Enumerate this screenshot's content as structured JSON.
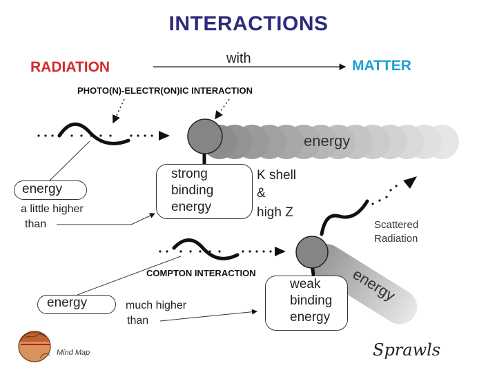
{
  "title": "INTERACTIONS",
  "header": {
    "radiation": "RADIATION",
    "with": "with",
    "matter": "MATTER"
  },
  "photo": {
    "label": "PHOTO(N)-ELECTR(ON)IC INTERACTION",
    "energy_band": "energy",
    "binding_lines": [
      "strong",
      "binding",
      "energy"
    ],
    "shell_lines": [
      "K  shell",
      "&",
      "high Z"
    ],
    "incoming_energy": "energy",
    "incoming_qualifier": [
      "a little higher",
      "than"
    ]
  },
  "compton": {
    "label": "COMPTON INTERACTION",
    "energy_band": "energy",
    "binding_lines": [
      "weak",
      "binding",
      "energy"
    ],
    "scattered_lines": [
      "Scattered",
      "Radiation"
    ],
    "incoming_energy": "energy",
    "incoming_qualifier": [
      "much higher",
      "than"
    ]
  },
  "footer": {
    "mind_map": "Mind  Map",
    "signature": "Sprawls"
  },
  "colors": {
    "title": "#2c2a7a",
    "radiation": "#d42a2a",
    "matter": "#1fa0d6",
    "ball": "#808080"
  }
}
